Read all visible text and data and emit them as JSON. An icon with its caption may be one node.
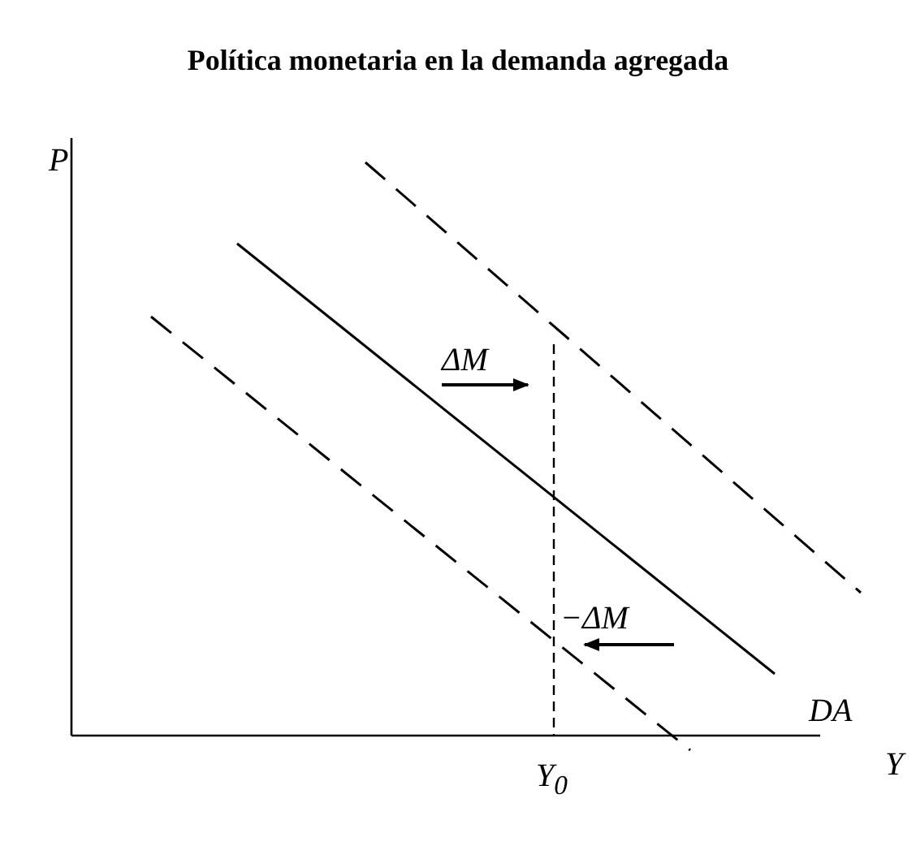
{
  "diagram": {
    "title": "Política monetaria en la demanda agregada",
    "labels": [
      "P",
      "ΔM",
      "−ΔM",
      "DA",
      "Y$_{0}$",
      "Y"
    ]
  }
}
